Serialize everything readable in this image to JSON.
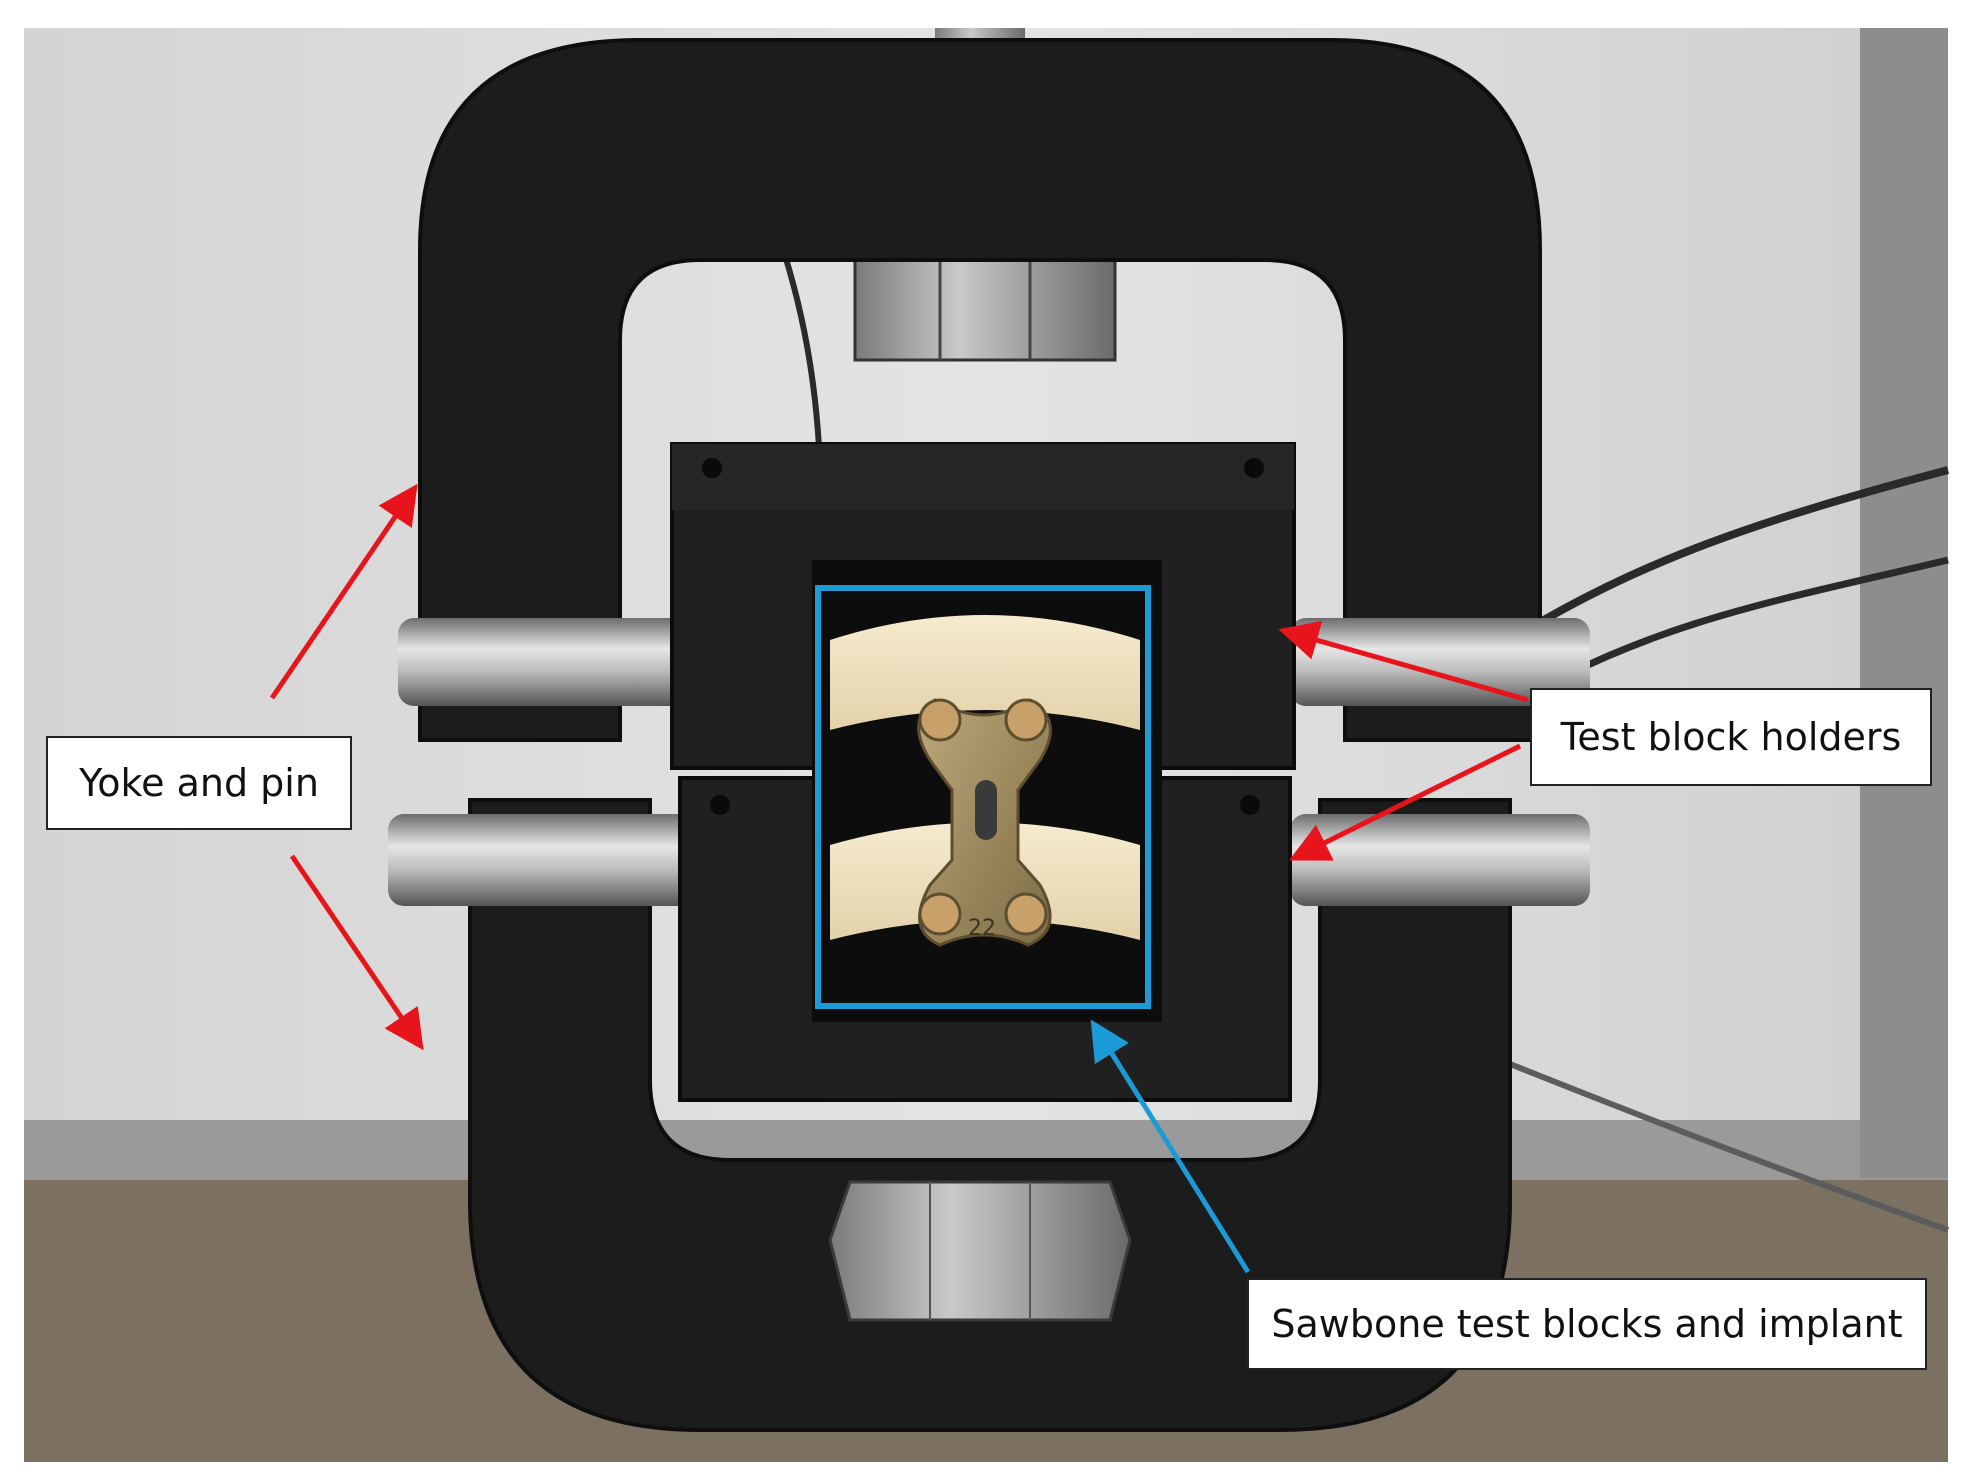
{
  "annotations": {
    "yoke_and_pin": "Yoke and pin",
    "test_block_holders": "Test block holders",
    "sawbone_test_blocks": "Sawbone test blocks and implant"
  },
  "colors": {
    "arrow_red": "#e8141b",
    "arrow_blue": "#1c9ad6",
    "box_blue": "#1c9ad6",
    "fixture_black": "#1c1c1c",
    "sawbone_foam": "#efe2c2",
    "plate_bronze": "#a39066",
    "background_wall": "#dcdcdc"
  },
  "plate_marking": "22"
}
